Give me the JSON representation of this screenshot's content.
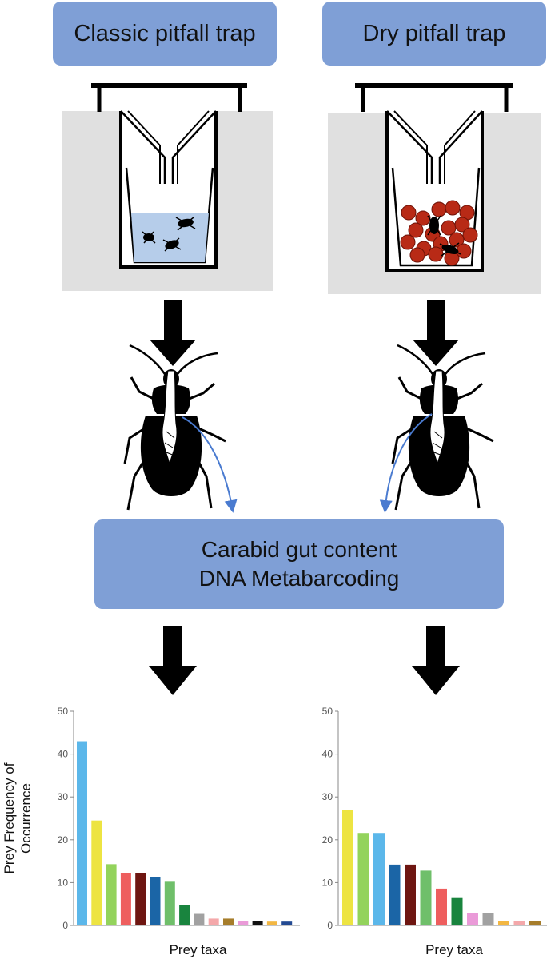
{
  "boxes": {
    "classic": "Classic pitfall trap",
    "dry": "Dry pitfall trap",
    "process_line1": "Carabid gut content",
    "process_line2": "DNA Metabarcoding"
  },
  "colors": {
    "box": "#7f9fd6",
    "soil": "#e0e0e0",
    "water": "#b6cdea",
    "beads": "#b82a16",
    "gut_arrow": "#4a7bd0"
  },
  "chart_data": [
    {
      "type": "bar",
      "panel": "classic",
      "ylabel": "Prey Frequency of Occurrence",
      "xlabel": "Prey taxa",
      "ylim": [
        0,
        50
      ],
      "yticks": [
        0,
        10,
        20,
        30,
        40,
        50
      ],
      "values": [
        43,
        24.5,
        14.3,
        12.3,
        12.3,
        11.2,
        10.2,
        4.8,
        2.7,
        1.6,
        1.6,
        1.0,
        1.0,
        0.9,
        0.9
      ],
      "colors": [
        "#5bb7ea",
        "#ede442",
        "#93d35c",
        "#ee5e5e",
        "#6e1611",
        "#1b65a6",
        "#6fbf6a",
        "#19843e",
        "#a1a1a1",
        "#f4a8aa",
        "#a67d2b",
        "#ea9ad8",
        "#111111",
        "#f3b742",
        "#234a92"
      ]
    },
    {
      "type": "bar",
      "panel": "dry",
      "ylabel": "",
      "xlabel": "Prey taxa",
      "ylim": [
        0,
        50
      ],
      "yticks": [
        0,
        10,
        20,
        30,
        40,
        50
      ],
      "values": [
        27,
        21.6,
        21.6,
        14.2,
        14.2,
        12.8,
        8.6,
        6.4,
        2.9,
        2.9,
        1.1,
        1.1,
        1.1
      ],
      "colors": [
        "#ede442",
        "#93d35c",
        "#5bb7ea",
        "#1b65a6",
        "#6e1611",
        "#6fbf6a",
        "#ee5e5e",
        "#19843e",
        "#ea9ad8",
        "#a1a1a1",
        "#f3b742",
        "#f4a8aa",
        "#a67d2b"
      ]
    }
  ]
}
